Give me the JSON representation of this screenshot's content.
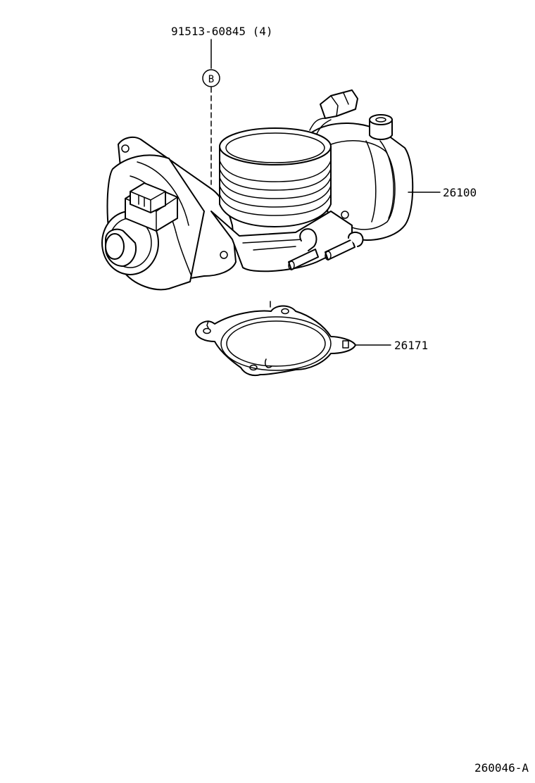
{
  "callouts": {
    "bolt_part": "91513-60845 (4)",
    "bolt_ref": "B",
    "throttle_body": "26100",
    "gasket": "26171"
  },
  "figure_id": "260046-A"
}
